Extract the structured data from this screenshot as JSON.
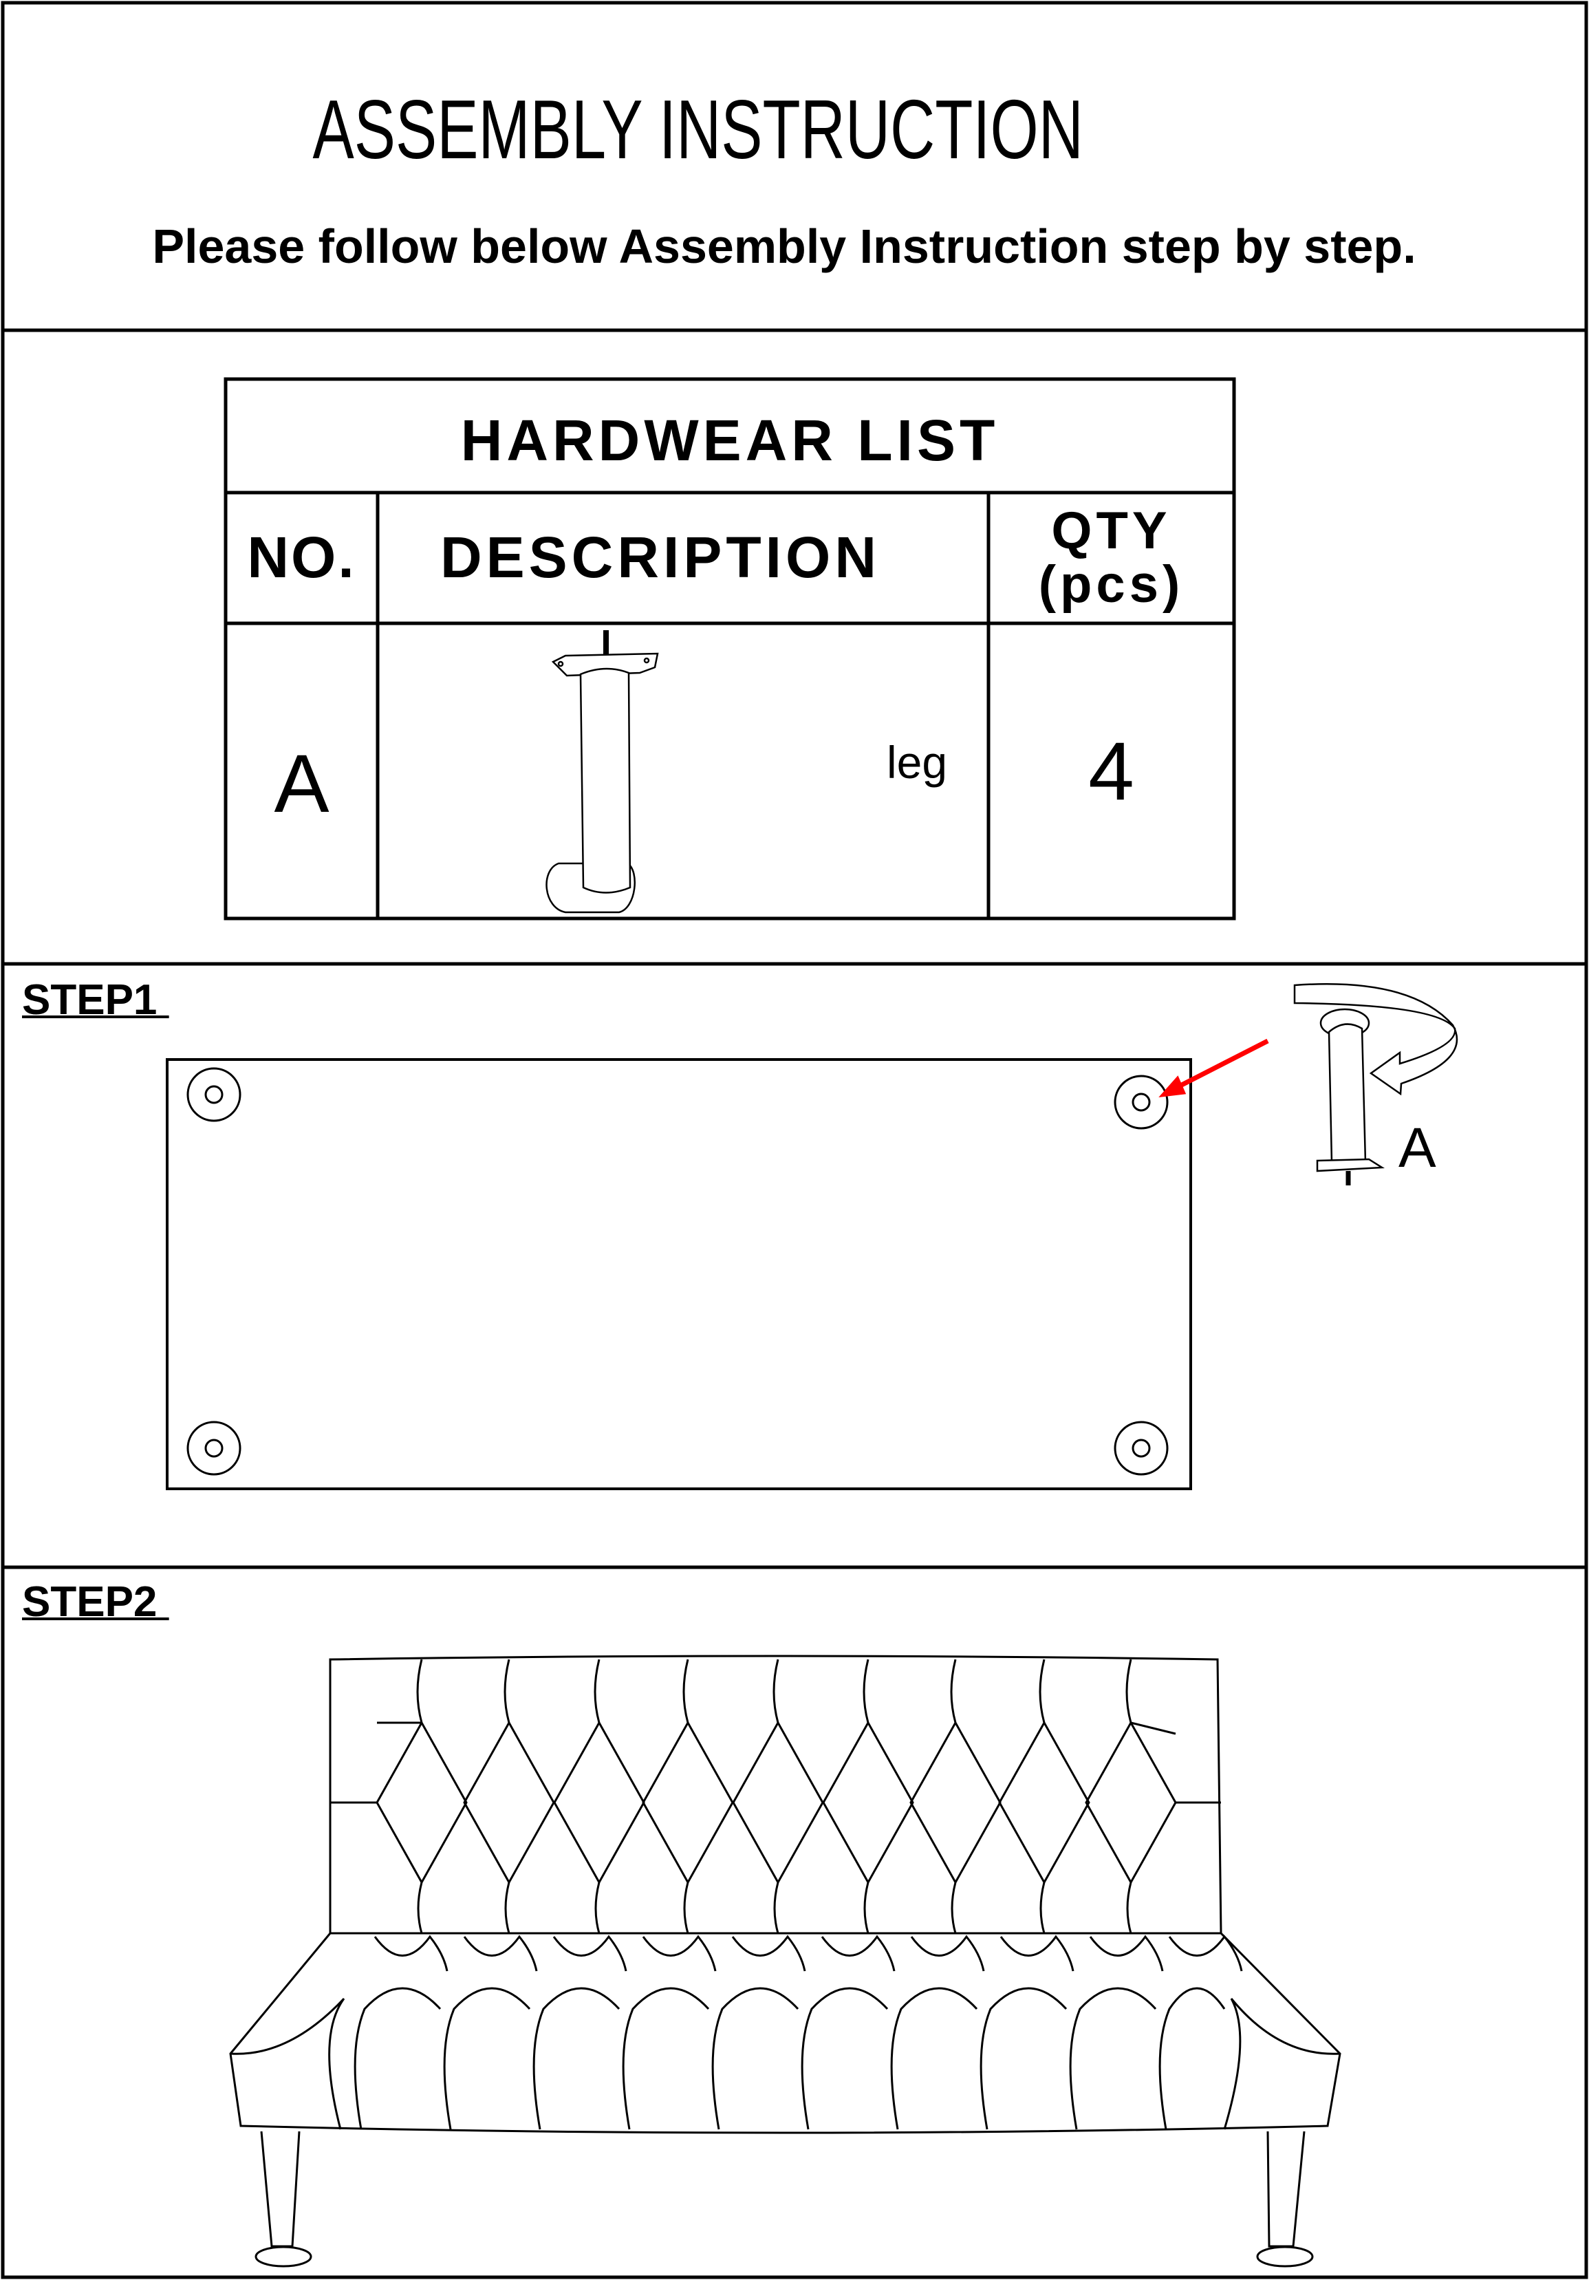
{
  "header": {
    "title": "ASSEMBLY INSTRUCTION",
    "subtitle": "Please follow below Assembly Instruction step by step."
  },
  "hardware_list": {
    "title": "HARDWEAR LIST",
    "columns": [
      "NO.",
      "DESCRIPTION",
      "QTY",
      "(pcs)"
    ],
    "rows": [
      {
        "no": "A",
        "description": "leg",
        "qty": "4"
      }
    ]
  },
  "steps": [
    {
      "label": "STEP1 ",
      "part_label": "A"
    },
    {
      "label": "STEP2 "
    }
  ],
  "colors": {
    "line": "#000000",
    "arrow": "#ff0000"
  }
}
